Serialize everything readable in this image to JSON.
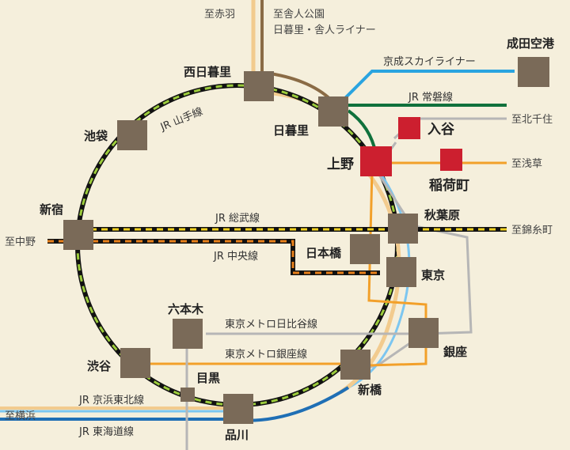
{
  "colors": {
    "background": "#f5efdc",
    "station_box": "#7a6a58",
    "station_highlight": "#cc1f2f",
    "yamanote_dash": "#9ccc3c",
    "chuo_dash": "#e8801a",
    "sobu_dash": "#f0d020",
    "keihin_tohoku": "#2a8fd0",
    "tokaido": "#1f6fb5",
    "joban": "#10713c",
    "skyliner": "#2aa4e0",
    "hibiya": "#b6b6b6",
    "ginza": "#f2a02a",
    "nippori_toneri": "#8a6b45",
    "beige_line": "#f2cb8e"
  },
  "stations": {
    "nishinippori": "西日暮里",
    "nippori": "日暮里",
    "ikebukuro": "池袋",
    "shinjuku": "新宿",
    "shibuya": "渋谷",
    "meguro": "目黒",
    "shinagawa": "品川",
    "shinbashi": "新橋",
    "tokyo": "東京",
    "akihabara": "秋葉原",
    "ueno": "上野",
    "iriya": "入谷",
    "inaricho": "稲荷町",
    "nihonbashi": "日本橋",
    "ginza": "銀座",
    "roppongi": "六本木",
    "narita": "成田空港"
  },
  "lines": {
    "yamanote": "JR 山手線",
    "sobu": "JR 総武線",
    "chuo": "JR 中央線",
    "joban": "JR 常磐線",
    "skyliner": "京成スカイライナー",
    "hibiya": "東京メトロ日比谷線",
    "ginza": "東京メトロ銀座線",
    "keihin": "JR 京浜東北線",
    "tokaido": "JR 東海道線"
  },
  "destinations": {
    "akabane": "至赤羽",
    "toneri_1": "至舎人公園",
    "toneri_2": "日暮里・舎人ライナー",
    "kitasenju": "至北千住",
    "asakusa": "至浅草",
    "kinshicho": "至錦糸町",
    "nakano": "至中野",
    "yokohama": "至横浜"
  }
}
